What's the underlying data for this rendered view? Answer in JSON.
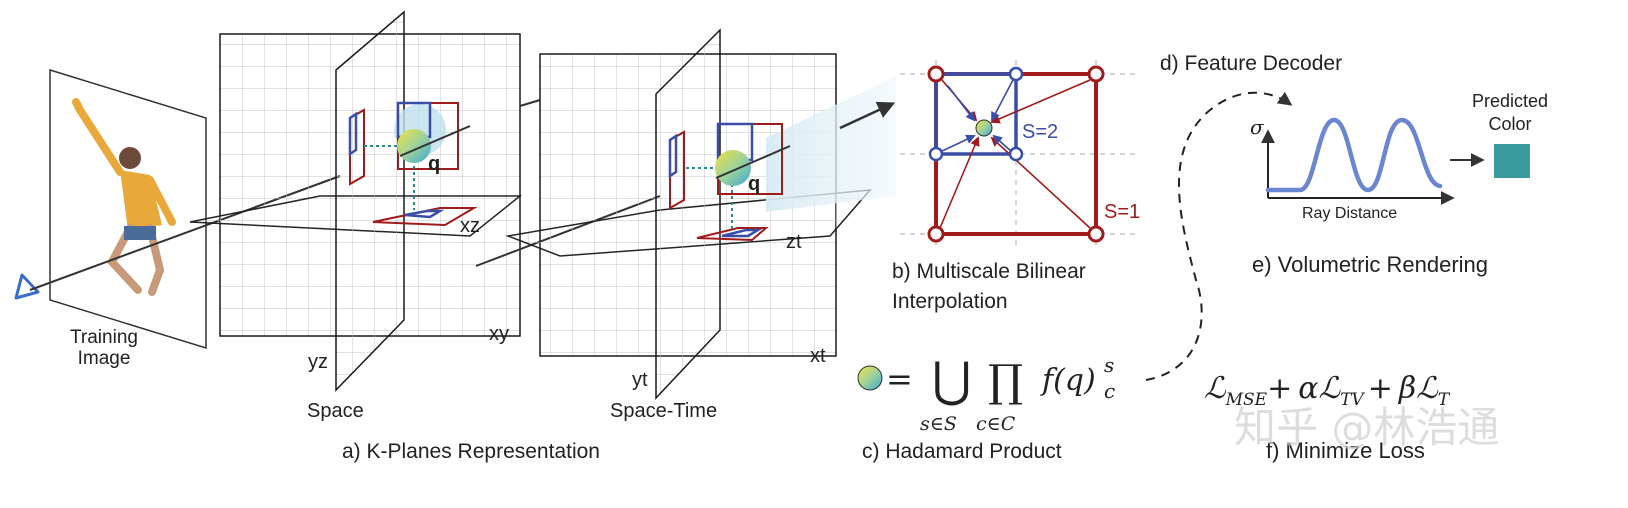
{
  "colors": {
    "grid": "#b9b9b9",
    "plane_edge": "#1a1a1a",
    "red": "#a01c1c",
    "blue": "#3a4ea8",
    "curve": "#6b86d0",
    "teal": "#3a9a9c",
    "beam": "#cfe6f0"
  },
  "training": {
    "label_line1": "Training",
    "label_line2": "Image",
    "camera_icon": "camera-frustum-icon"
  },
  "space": {
    "plane_labels": {
      "xz": "xz",
      "xy": "xy",
      "yz": "yz"
    },
    "point": "q",
    "title": "Space"
  },
  "spacetime": {
    "plane_labels": {
      "zt": "zt",
      "xt": "xt",
      "yt": "yt"
    },
    "point": "q",
    "title": "Space-Time"
  },
  "caption_a": "a) K-Planes Representation",
  "bilinear": {
    "scale_small": "S=2",
    "scale_large": "S=1",
    "caption_line1": "b) Multiscale Bilinear",
    "caption_line2": "Interpolation"
  },
  "hadamard": {
    "equals": "=",
    "union_symbol": "⋃",
    "product_symbol": "∏",
    "union_sub": "s∈S",
    "product_sub": "c∈C",
    "function": "f(q)",
    "sup": "s",
    "sub": "c",
    "caption": "c) Hadamard Product"
  },
  "decoder": {
    "caption": "d) Feature Decoder"
  },
  "rendering": {
    "sigma": "σ",
    "x_axis_label": "Ray Distance",
    "predicted_line1": "Predicted",
    "predicted_line2": "Color",
    "caption": "e) Volumetric Rendering"
  },
  "loss": {
    "formula": "ℒ_MSE + αℒ_TV + βℒ_T",
    "term1": "ℒ",
    "sub1": "MSE",
    "plus1": "+",
    "alpha": "α",
    "term2": "ℒ",
    "sub2": "TV",
    "plus2": "+",
    "beta": "β",
    "term3": "ℒ",
    "sub3": "T",
    "caption": "f) Minimize Loss"
  },
  "watermark": "知乎 @林浩通"
}
